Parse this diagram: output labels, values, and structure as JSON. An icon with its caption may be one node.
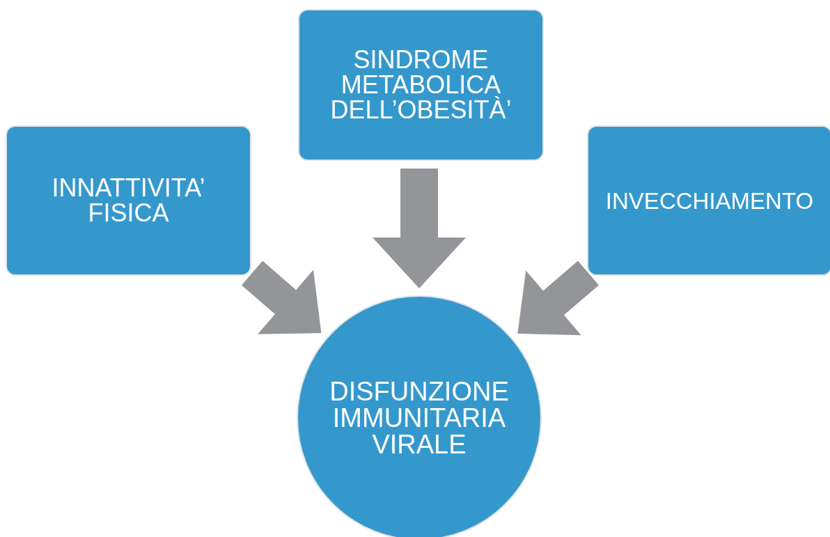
{
  "diagram": {
    "nodes": [
      {
        "text": [
          "INNATTIVITA’ FISICA"
        ]
      },
      {
        "text": [
          "SINDROME METABOLICA DELL’OBESITÀ’"
        ]
      },
      {
        "text": [
          "INVECCHIAMENTO"
        ]
      },
      {
        "text": [
          "DISFUNZIONE IMMUNITARIA VIRALE"
        ]
      }
    ],
    "edges": [
      {
        "from": 0,
        "to": 3,
        "arrow": "to"
      },
      {
        "from": 1,
        "to": 3,
        "arrow": "to"
      },
      {
        "from": 2,
        "to": 3,
        "arrow": "to"
      }
    ]
  }
}
